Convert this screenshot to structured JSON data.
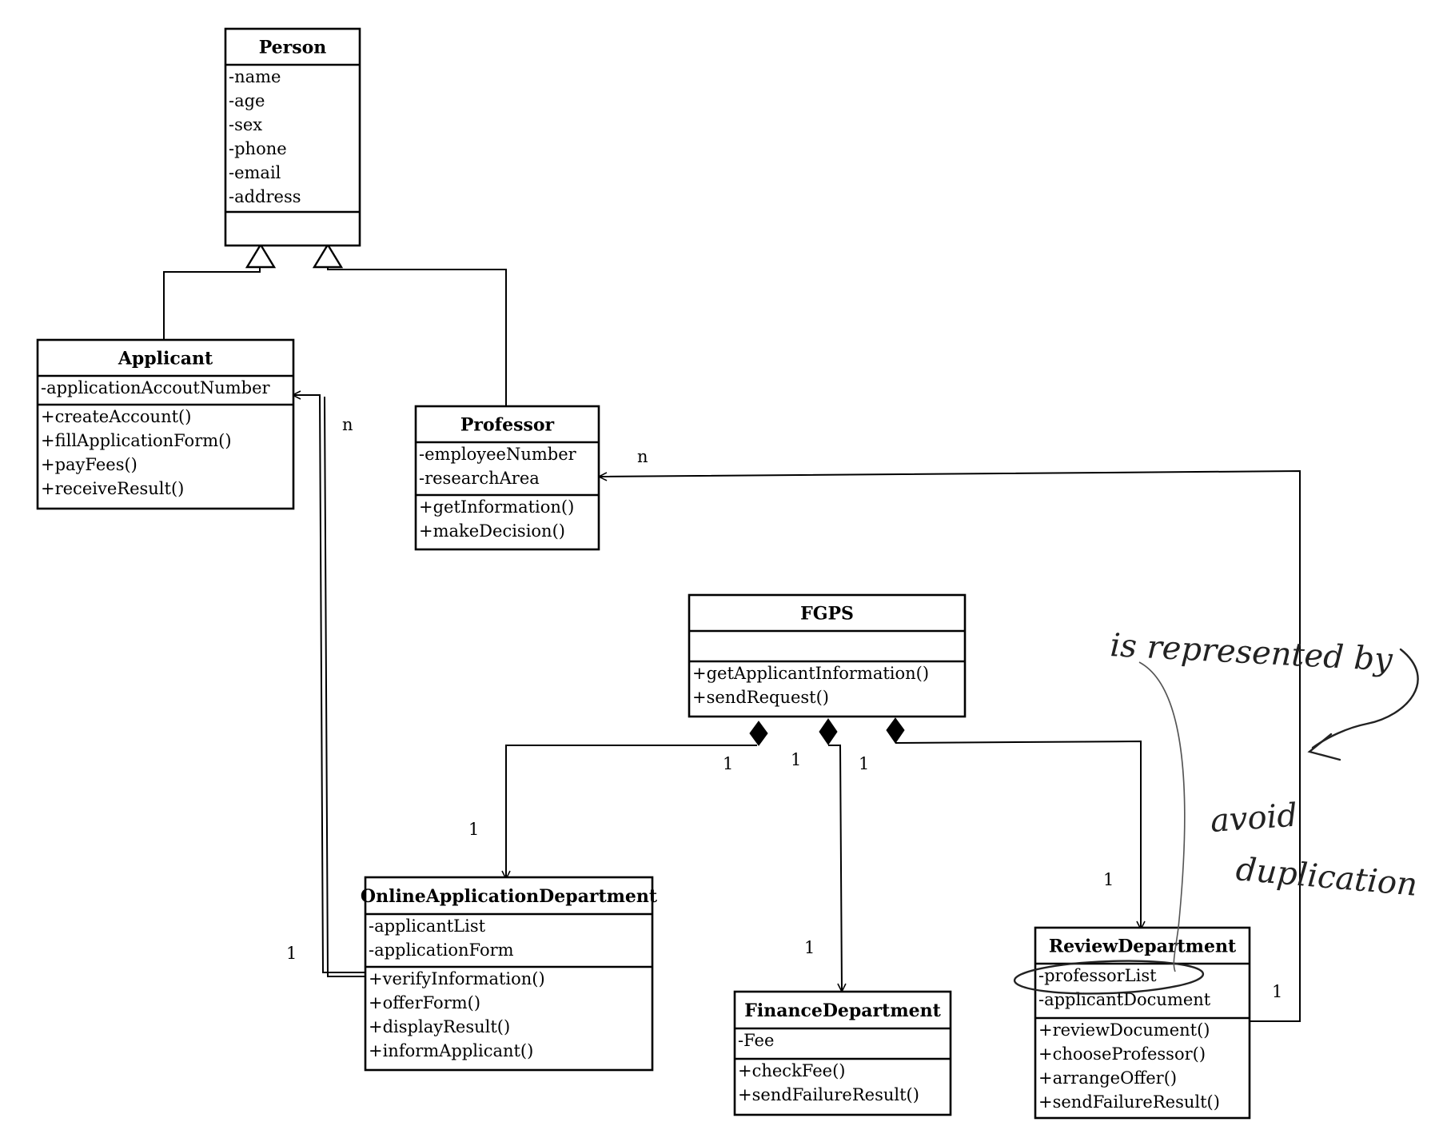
{
  "classes": [
    {
      "id": "person",
      "name": "Person",
      "attributes": [
        "-name",
        "-age",
        "-sex",
        "-phone",
        "-email",
        "-address"
      ],
      "methods": []
    },
    {
      "id": "applicant",
      "name": "Applicant",
      "attributes": [
        "-applicationAccoutNumber"
      ],
      "methods": [
        "+createAccount()",
        "+fillApplicationForm()",
        "+payFees()",
        "+receiveResult()"
      ]
    },
    {
      "id": "professor",
      "name": "Professor",
      "attributes": [
        "-employeeNumber",
        "-researchArea"
      ],
      "methods": [
        "+getInformation()",
        "+makeDecision()"
      ]
    },
    {
      "id": "fgps",
      "name": "FGPS",
      "attributes": [],
      "methods": [
        "+getApplicantInformation()",
        "+sendRequest()"
      ]
    },
    {
      "id": "online",
      "name": "OnlineApplicationDepartment",
      "attributes": [
        "-applicantList",
        "-applicationForm"
      ],
      "methods": [
        "+verifyInformation()",
        "+offerForm()",
        "+displayResult()",
        "+informApplicant()"
      ]
    },
    {
      "id": "finance",
      "name": "FinanceDepartment",
      "attributes": [
        "-Fee"
      ],
      "methods": [
        "+checkFee()",
        "+sendFailureResult()"
      ]
    },
    {
      "id": "review",
      "name": "ReviewDepartment",
      "attributes": [
        "-professorList",
        "-applicantDocument"
      ],
      "methods": [
        "+reviewDocument()",
        "+chooseProfessor()",
        "+arrangeOffer()",
        "+sendFailureResult()"
      ]
    }
  ],
  "multiplicities": {
    "applicant_online_n": "n",
    "applicant_online_1": "1",
    "professor_review_n": "n",
    "professor_review_1": "1",
    "fgps_online_a": "1",
    "fgps_online_b": "1",
    "fgps_finance_a": "1",
    "fgps_finance_b": "1",
    "fgps_review_a": "1",
    "fgps_review_b": "1"
  },
  "annotations": {
    "note_1": "is represented by",
    "note_2": "avoid",
    "note_3": "duplication"
  }
}
